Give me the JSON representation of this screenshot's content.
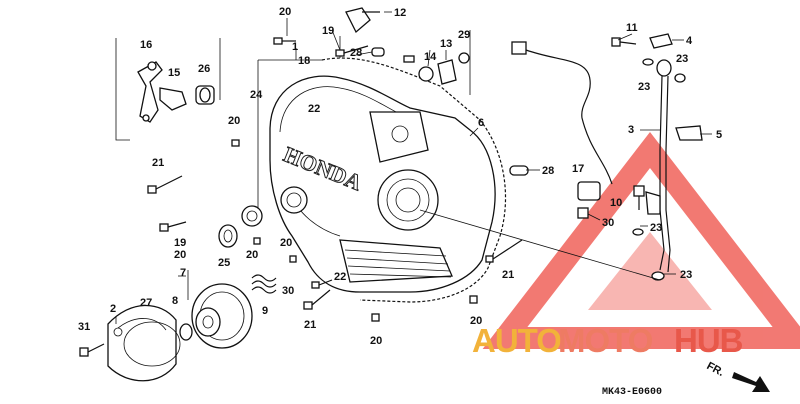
{
  "diagram": {
    "brand_text": "HONDA",
    "diagram_code": "MK43-E0600",
    "direction_label": "FR.",
    "callouts": [
      {
        "id": "c20a",
        "text": "20"
      },
      {
        "id": "c1",
        "text": "1"
      },
      {
        "id": "c19a",
        "text": "19"
      },
      {
        "id": "c12",
        "text": "12"
      },
      {
        "id": "c16",
        "text": "16"
      },
      {
        "id": "c18",
        "text": "18"
      },
      {
        "id": "c28a",
        "text": "28"
      },
      {
        "id": "c14",
        "text": "14"
      },
      {
        "id": "c13",
        "text": "13"
      },
      {
        "id": "c29",
        "text": "29"
      },
      {
        "id": "c11",
        "text": "11"
      },
      {
        "id": "c4",
        "text": "4"
      },
      {
        "id": "c15",
        "text": "15"
      },
      {
        "id": "c26",
        "text": "26"
      },
      {
        "id": "c24",
        "text": "24"
      },
      {
        "id": "c6",
        "text": "6"
      },
      {
        "id": "c22a",
        "text": "22"
      },
      {
        "id": "c23a",
        "text": "23"
      },
      {
        "id": "c23b",
        "text": "23"
      },
      {
        "id": "c3",
        "text": "3"
      },
      {
        "id": "c5",
        "text": "5"
      },
      {
        "id": "c20b",
        "text": "20"
      },
      {
        "id": "c21a",
        "text": "21"
      },
      {
        "id": "c28b",
        "text": "28"
      },
      {
        "id": "c17",
        "text": "17"
      },
      {
        "id": "c10",
        "text": "10"
      },
      {
        "id": "c30a",
        "text": "30"
      },
      {
        "id": "c23c",
        "text": "23"
      },
      {
        "id": "c19b",
        "text": "19"
      },
      {
        "id": "c20c",
        "text": "20"
      },
      {
        "id": "c20d",
        "text": "20"
      },
      {
        "id": "c22b",
        "text": "22"
      },
      {
        "id": "c25",
        "text": "25"
      },
      {
        "id": "c20e",
        "text": "20"
      },
      {
        "id": "c7",
        "text": "7"
      },
      {
        "id": "c21b",
        "text": "21"
      },
      {
        "id": "c23d",
        "text": "23"
      },
      {
        "id": "c8",
        "text": "8"
      },
      {
        "id": "c9",
        "text": "9"
      },
      {
        "id": "c30b",
        "text": "30"
      },
      {
        "id": "c2",
        "text": "2"
      },
      {
        "id": "c27",
        "text": "27"
      },
      {
        "id": "c21c",
        "text": "21"
      },
      {
        "id": "c20f",
        "text": "20"
      },
      {
        "id": "c31",
        "text": "31"
      },
      {
        "id": "c20g",
        "text": "20"
      }
    ]
  },
  "watermark": {
    "text_auto": "AUTO",
    "text_moto": "MOTO",
    "text_hub": "HUB",
    "colors": {
      "auto": "#f2b23a",
      "moto": "#ee7b63",
      "hub": "#e8584a",
      "triangle": "#f0625a"
    }
  }
}
